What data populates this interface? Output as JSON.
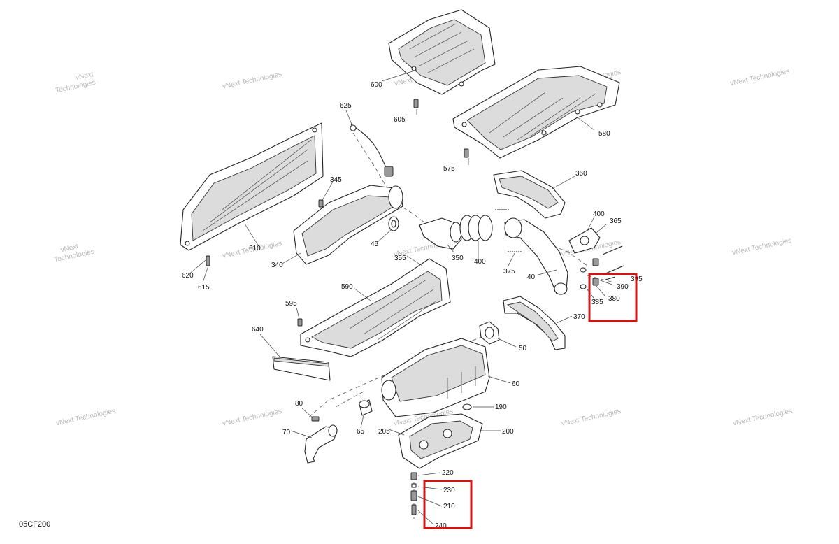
{
  "drawing_code": "05CF200",
  "watermark": {
    "line1": "vNext",
    "line2": "Technologies",
    "combined": "vNext Technologies"
  },
  "callouts": [
    {
      "id": "600",
      "text": "600"
    },
    {
      "id": "605",
      "text": "605"
    },
    {
      "id": "580",
      "text": "580"
    },
    {
      "id": "575",
      "text": "575"
    },
    {
      "id": "625",
      "text": "625"
    },
    {
      "id": "360",
      "text": "360"
    },
    {
      "id": "345",
      "text": "345"
    },
    {
      "id": "400a",
      "text": "400"
    },
    {
      "id": "365",
      "text": "365"
    },
    {
      "id": "610",
      "text": "610"
    },
    {
      "id": "45",
      "text": "45"
    },
    {
      "id": "340",
      "text": "340"
    },
    {
      "id": "620",
      "text": "620"
    },
    {
      "id": "615",
      "text": "615"
    },
    {
      "id": "355",
      "text": "355"
    },
    {
      "id": "350",
      "text": "350"
    },
    {
      "id": "400b",
      "text": "400"
    },
    {
      "id": "375",
      "text": "375"
    },
    {
      "id": "40",
      "text": "40"
    },
    {
      "id": "390",
      "text": "390"
    },
    {
      "id": "395",
      "text": "395"
    },
    {
      "id": "385",
      "text": "385"
    },
    {
      "id": "380",
      "text": "380"
    },
    {
      "id": "590",
      "text": "590"
    },
    {
      "id": "595",
      "text": "595"
    },
    {
      "id": "370",
      "text": "370"
    },
    {
      "id": "640",
      "text": "640"
    },
    {
      "id": "50",
      "text": "50"
    },
    {
      "id": "60",
      "text": "60"
    },
    {
      "id": "80",
      "text": "80"
    },
    {
      "id": "190",
      "text": "190"
    },
    {
      "id": "70",
      "text": "70"
    },
    {
      "id": "65",
      "text": "65"
    },
    {
      "id": "205",
      "text": "205"
    },
    {
      "id": "200",
      "text": "200"
    },
    {
      "id": "220",
      "text": "220"
    },
    {
      "id": "230",
      "text": "230"
    },
    {
      "id": "210",
      "text": "210"
    },
    {
      "id": "240",
      "text": "240"
    }
  ],
  "colors": {
    "highlight": "#d51414",
    "line": "#222222",
    "watermark": "#b9b9b9"
  }
}
